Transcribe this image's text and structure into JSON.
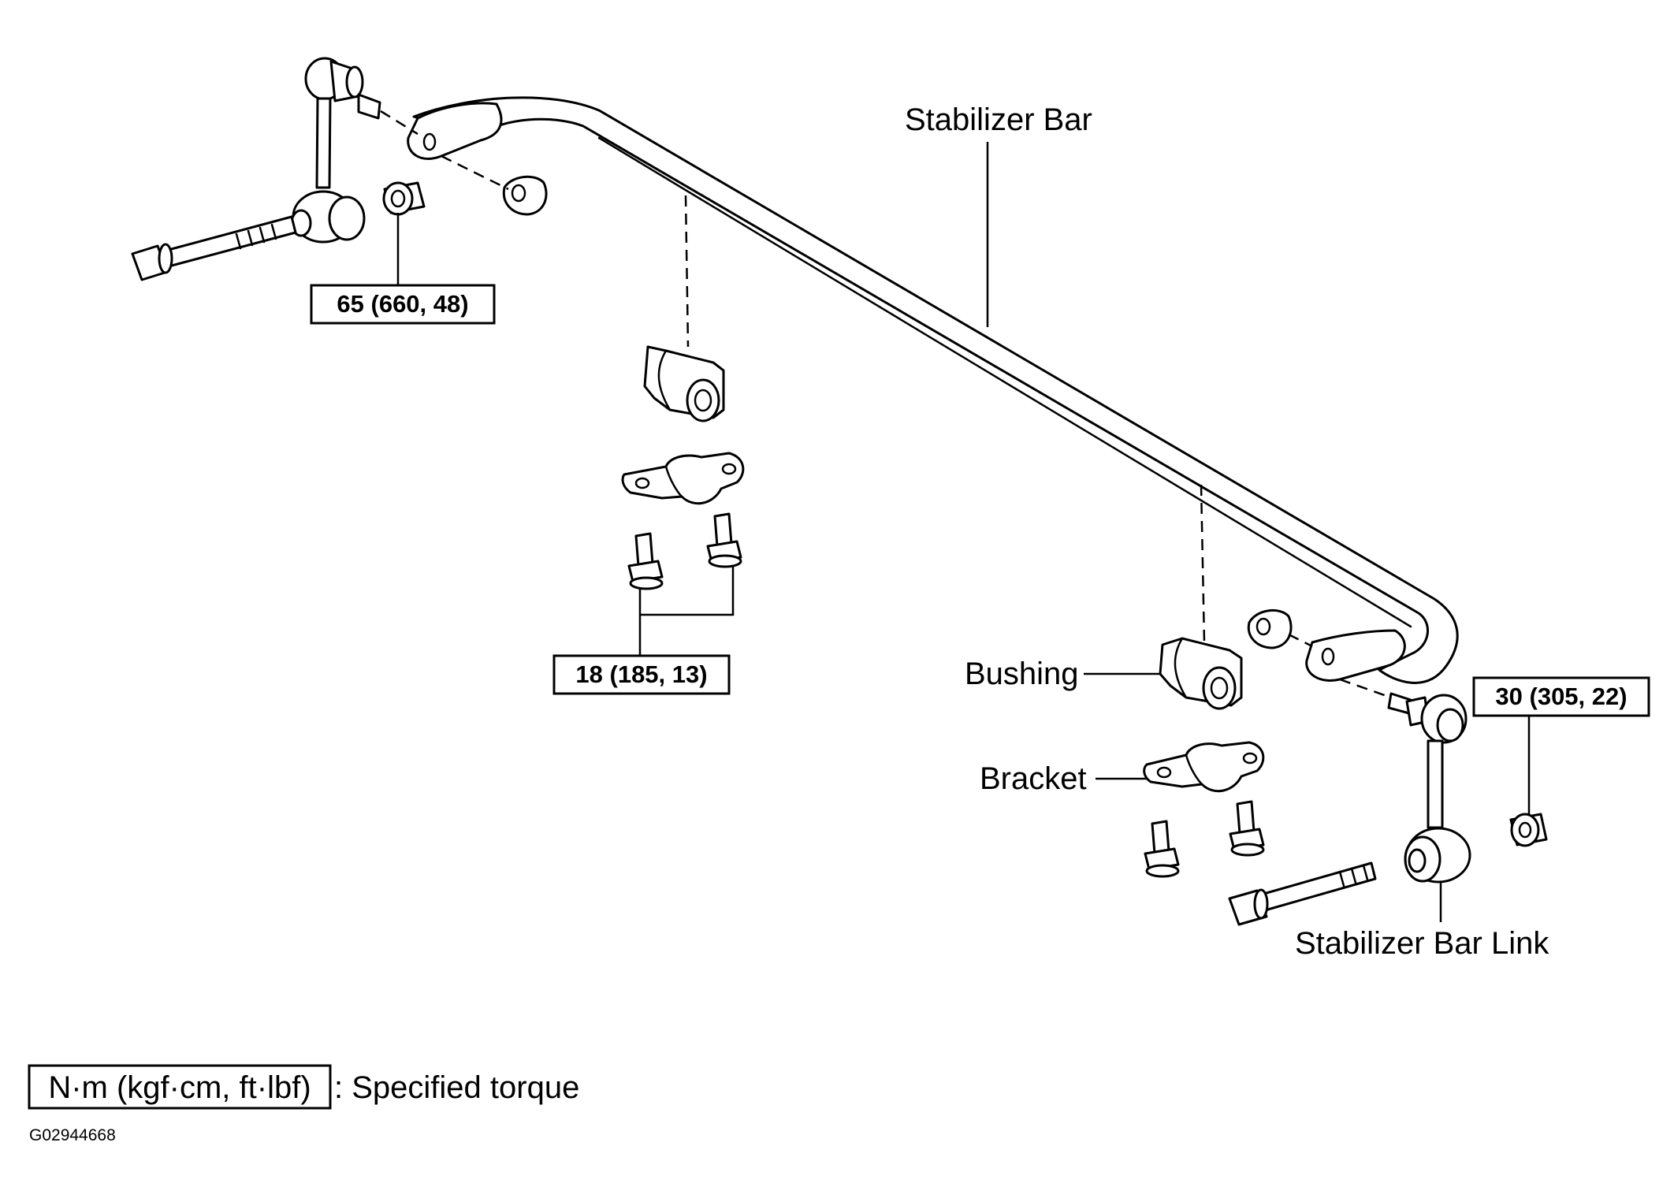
{
  "labels": {
    "stabilizer_bar": "Stabilizer Bar",
    "bushing": "Bushing",
    "bracket": "Bracket",
    "stabilizer_bar_link": "Stabilizer Bar Link"
  },
  "torques": {
    "link_nut_left": "65 (660, 48)",
    "bracket_bolts": "18 (185, 13)",
    "link_nut_right": "30 (305, 22)"
  },
  "legend": {
    "unit_box": "N·m (kgf·cm, ft·lbf)",
    "description": ": Specified torque"
  },
  "figure_code": "G02944668"
}
